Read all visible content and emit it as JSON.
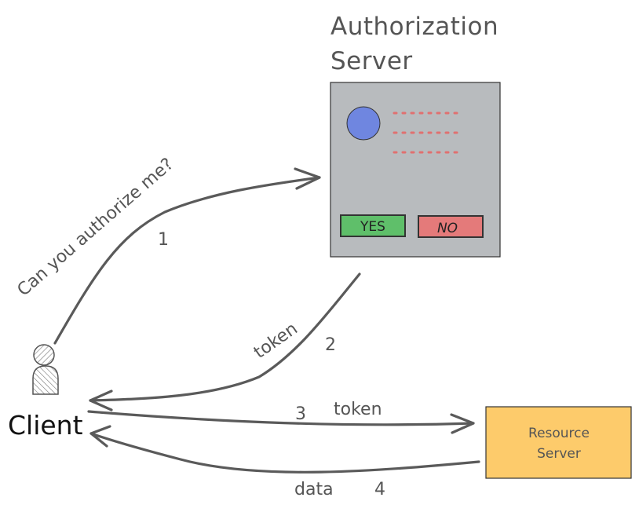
{
  "auth_server": {
    "title_line1": "Authorization",
    "title_line2": "Server",
    "yes_label": "YES",
    "no_label": "NO"
  },
  "resource_server": {
    "line1": "Resource",
    "line2": "Server"
  },
  "client": {
    "label": "Client"
  },
  "flows": {
    "request_label": "Can you authorize me?",
    "step1": "1",
    "token_label_2": "token",
    "step2": "2",
    "step3": "3",
    "token_label_3": "token",
    "data_label": "data",
    "step4": "4"
  },
  "colors": {
    "server_panel": "#b8bbbe",
    "avatar_circle": "#6f86e0",
    "dotted_lines": "#e07070",
    "yes_button": "#5fbf6a",
    "no_button": "#e47a7a",
    "resource_box": "#fdcb6b",
    "arrow": "#5a5a5a"
  }
}
